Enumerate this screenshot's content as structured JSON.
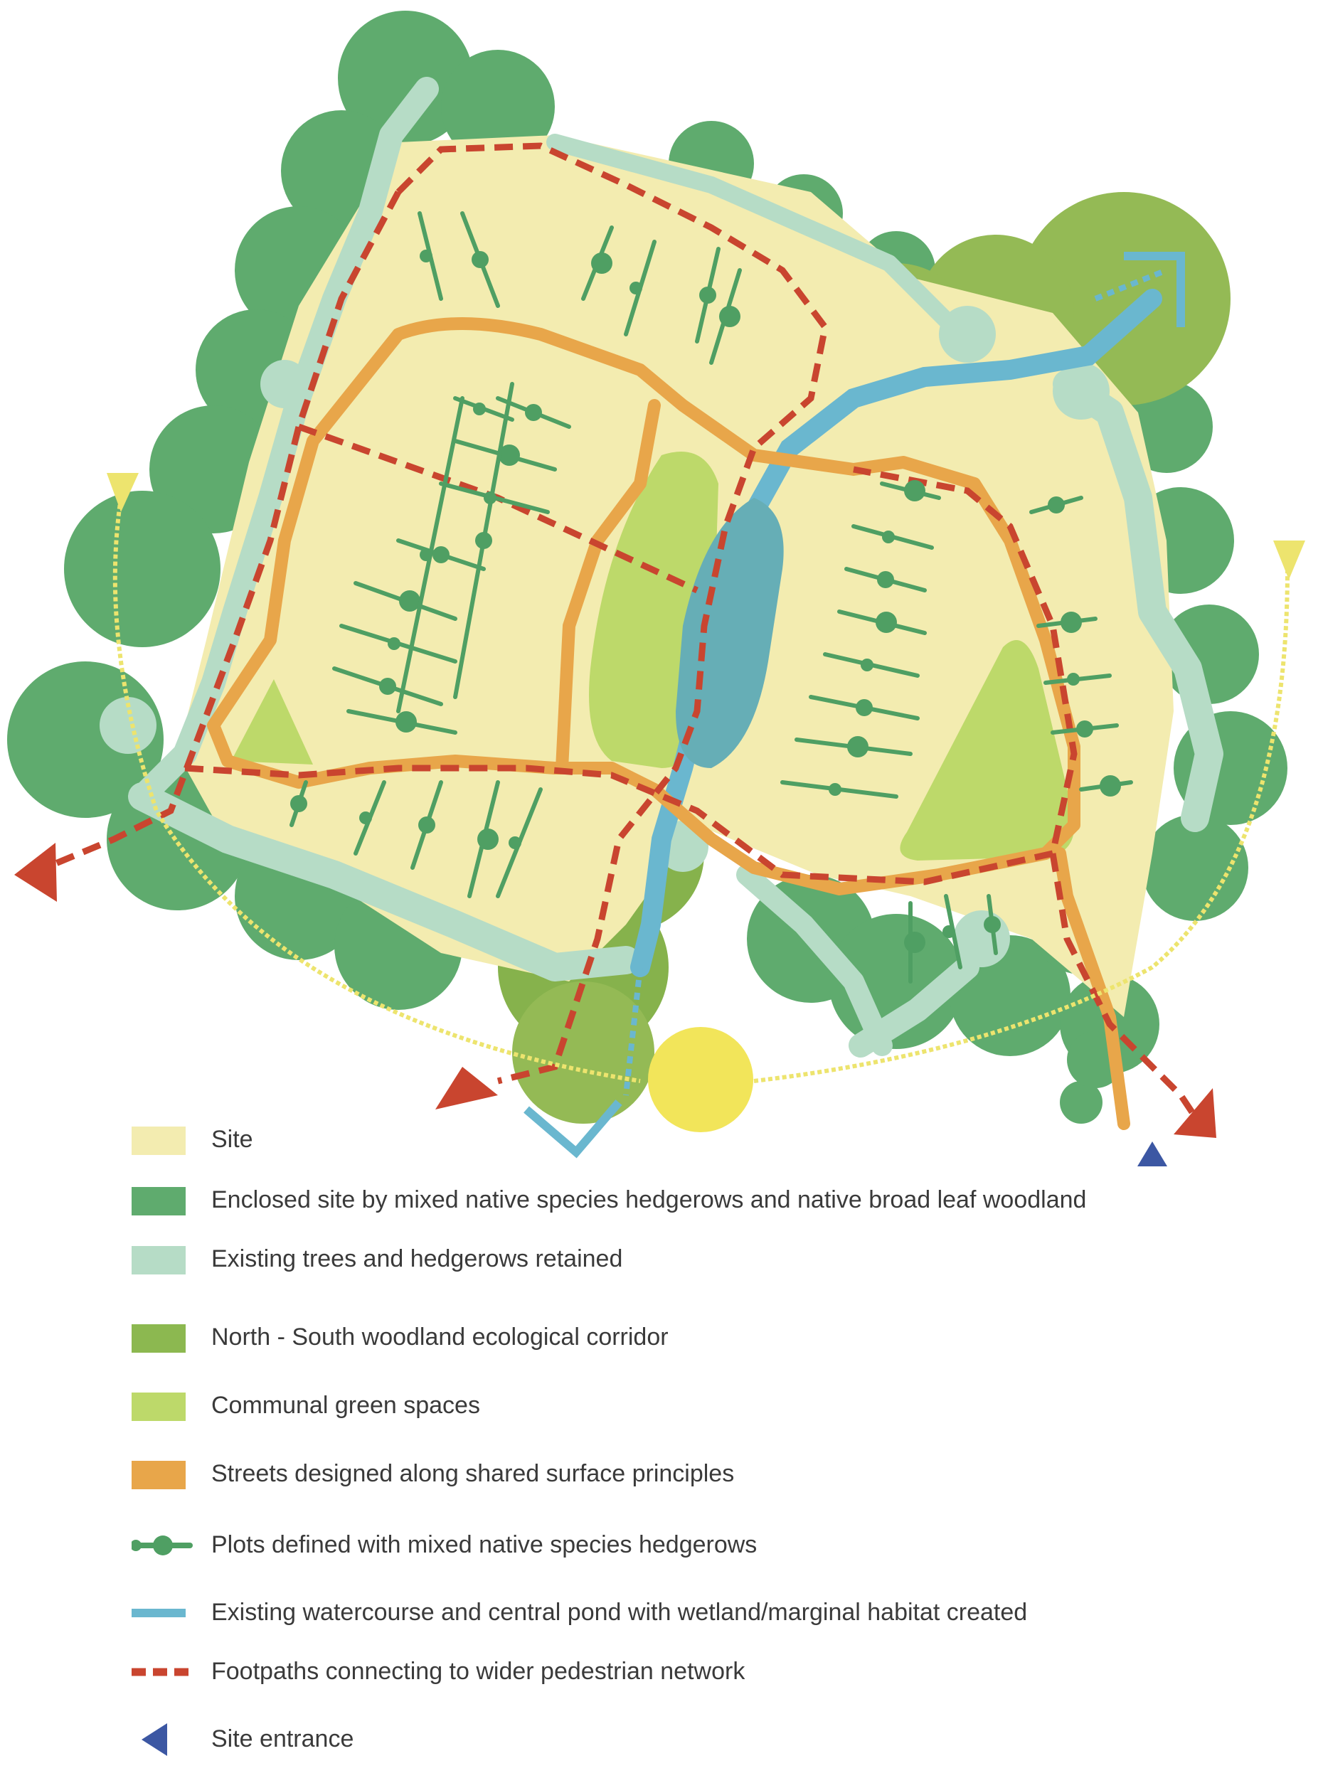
{
  "colors": {
    "site": "#f3ecb0",
    "enclosed_woodland": "#5fab6e",
    "existing_trees": "#b6dcc6",
    "eco_corridor": "#8cb850",
    "green_space": "#bdd96a",
    "street": "#e8a64a",
    "plot_hedge": "#4f9f63",
    "water": "#6ab7cf",
    "pond": "#66aeb6",
    "footpath": "#c9452f",
    "entrance": "#3c57a3",
    "view_arrow": "#ede46e",
    "focal_point": "#f2e55a"
  },
  "legend": {
    "items": [
      {
        "key": "site",
        "label": "Site",
        "swatch": "rect"
      },
      {
        "key": "enclosed_woodland",
        "label": "Enclosed site by mixed native species hedgerows and native broad leaf woodland",
        "swatch": "rect"
      },
      {
        "key": "existing_trees",
        "label": "Existing trees and hedgerows retained",
        "swatch": "rect"
      },
      {
        "key": "eco_corridor",
        "label": "North - South woodland ecological corridor",
        "swatch": "rect"
      },
      {
        "key": "green_space",
        "label": "Communal green spaces",
        "swatch": "rect"
      },
      {
        "key": "street",
        "label": "Streets designed along shared surface principles",
        "swatch": "rect"
      },
      {
        "key": "plot_hedge",
        "label": "Plots defined with mixed native species hedgerows",
        "swatch": "dotline"
      },
      {
        "key": "water",
        "label": "Existing watercourse and central pond with wetland/marginal habitat created",
        "swatch": "line"
      },
      {
        "key": "footpath",
        "label": "Footpaths connecting to wider pedestrian network",
        "swatch": "dashed"
      },
      {
        "key": "entrance",
        "label": "Site entrance",
        "swatch": "triangle"
      }
    ]
  }
}
